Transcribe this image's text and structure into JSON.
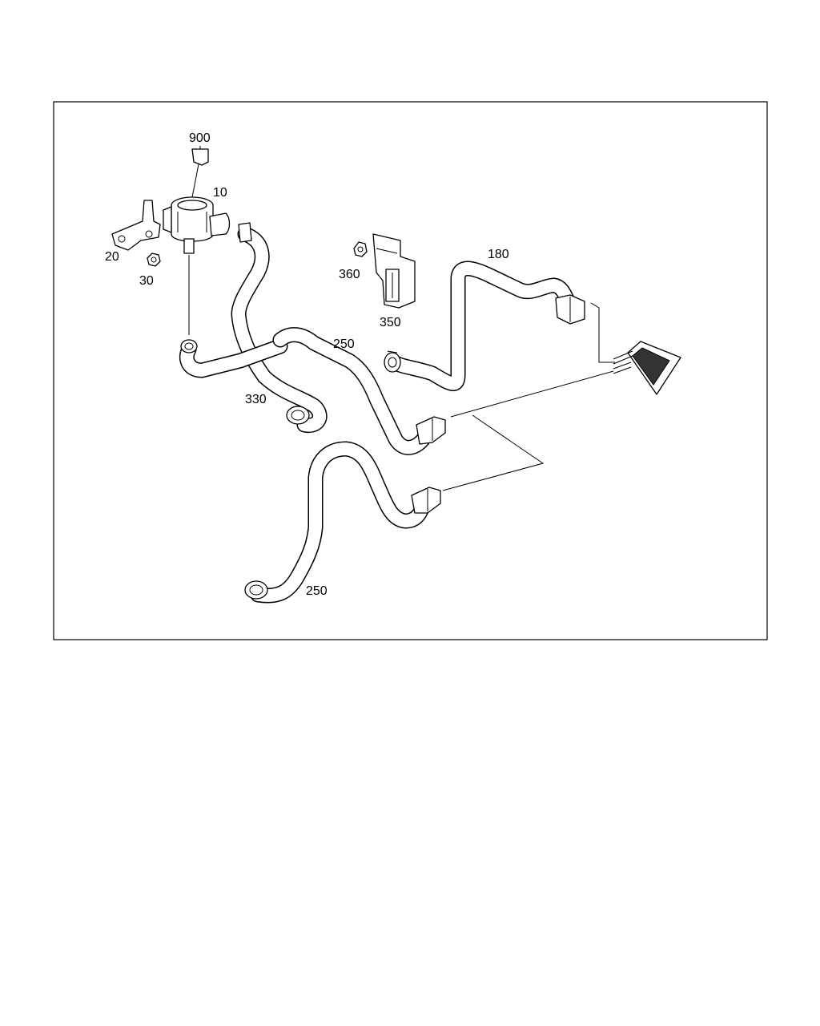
{
  "callouts": {
    "c900": "900",
    "c10": "10",
    "c20": "20",
    "c30": "30",
    "c360": "360",
    "c350": "350",
    "c180": "180",
    "c250a": "250",
    "c330": "330",
    "c250b": "250"
  }
}
